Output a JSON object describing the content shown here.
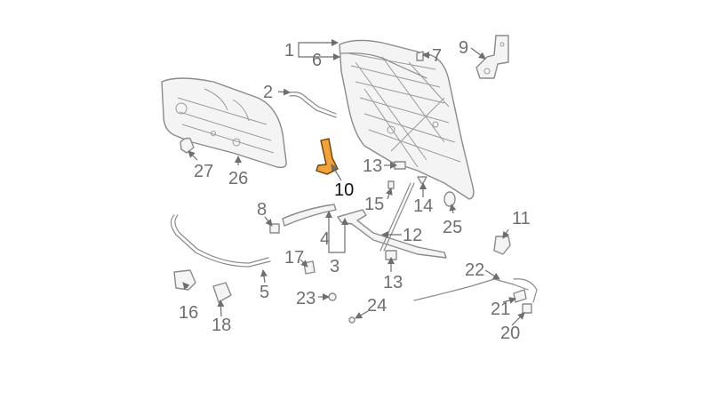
{
  "diagram": {
    "highlight_color": "#f0a33c",
    "line_color": "#8a8a8a",
    "active_callout": "10",
    "callouts": {
      "c1": "1",
      "c2": "2",
      "c3": "3",
      "c4": "4",
      "c5": "5",
      "c6": "6",
      "c7": "7",
      "c8": "8",
      "c9": "9",
      "c10": "10",
      "c11": "11",
      "c12": "12",
      "c13a": "13",
      "c13b": "13",
      "c14": "14",
      "c15": "15",
      "c16": "16",
      "c17": "17",
      "c18": "18",
      "c20": "20",
      "c21": "21",
      "c22": "22",
      "c23": "23",
      "c24": "24",
      "c25": "25",
      "c26": "26",
      "c27": "27"
    }
  }
}
